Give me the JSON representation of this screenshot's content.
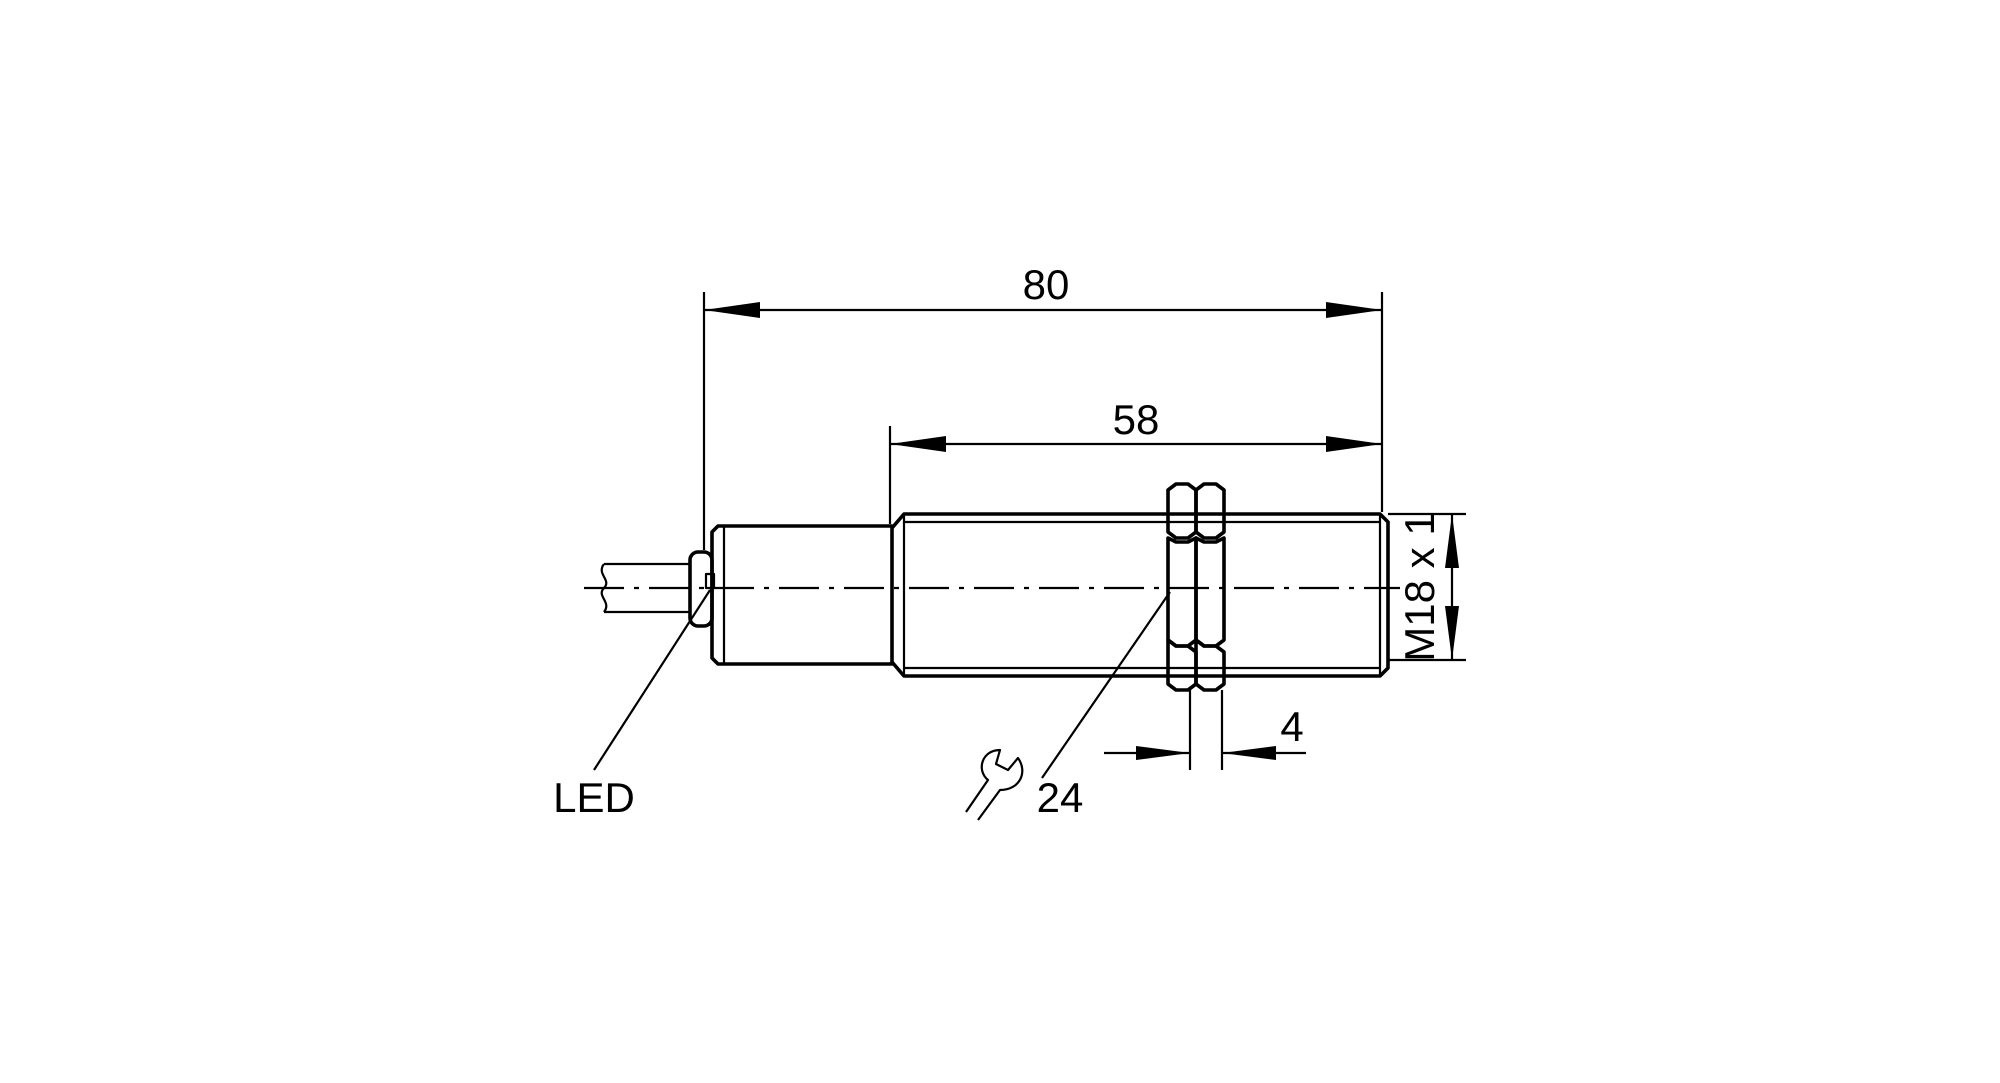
{
  "drawing": {
    "labels": {
      "overall_length": "80",
      "thread_length": "58",
      "thread": "M18 x 1",
      "wrench_size": "24",
      "nut_width": "4",
      "led": "LED"
    },
    "icons": [
      "wrench-icon"
    ],
    "colors": {
      "line": "#000000",
      "background": "#ffffff"
    }
  }
}
